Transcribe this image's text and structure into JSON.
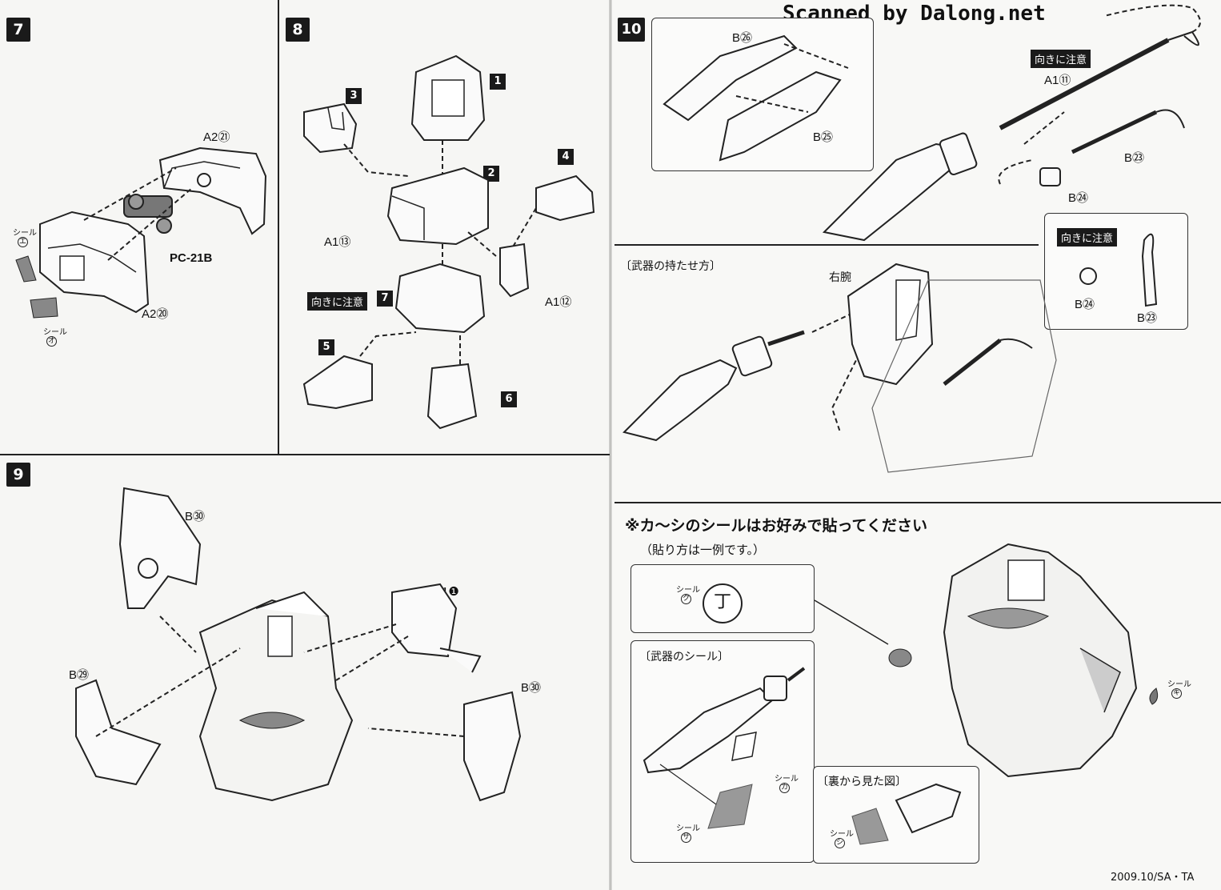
{
  "watermark": "Scanned by Dalong.net",
  "steps": {
    "s7": {
      "number": "7",
      "parts": {
        "top": "A2㉑",
        "bottom": "A2⑳",
        "pc": "PC-21B"
      },
      "seals": {
        "e_label": "シール",
        "e_char": "エ",
        "o_label": "シール",
        "o_char": "オ"
      }
    },
    "s8": {
      "number": "8",
      "sub": [
        "1",
        "2",
        "3",
        "4",
        "5",
        "6",
        "7"
      ],
      "parts": {
        "a13": "A1⑬",
        "a12": "A1⑫"
      },
      "caution": "向きに注意"
    },
    "s9": {
      "number": "9",
      "parts": {
        "b30a": "B㉚",
        "b29": "B㉙",
        "a1": "A1❶",
        "b30b": "B㉚"
      }
    },
    "s10": {
      "number": "10",
      "parts": {
        "b26": "B㉖",
        "b25": "B㉕",
        "a11": "A1⑪",
        "b23": "B㉓",
        "b24": "B㉔",
        "b24b": "B㉔",
        "b23b": "B㉓"
      },
      "caution": "向きに注意",
      "caution2": "向きに注意",
      "grip_title": "〔武器の持たせ方〕",
      "right_arm": "右腕"
    }
  },
  "stickers": {
    "heading": "※カ〜シのシールはお好みで貼ってください",
    "subheading": "（貼り方は一例です。）",
    "ku_label": "シール",
    "ku_char": "ク",
    "ku_symbol": "丁",
    "weapon_title": "〔武器のシール〕",
    "ka_label": "シール",
    "ka_char": "カ",
    "sa_label": "シール",
    "sa_char": "サ",
    "back_title": "〔裏から見た図〕",
    "shi_label": "シール",
    "shi_char": "シ",
    "ki_label": "シール",
    "ki_char": "キ"
  },
  "footer": "2009.10/SA・TA"
}
